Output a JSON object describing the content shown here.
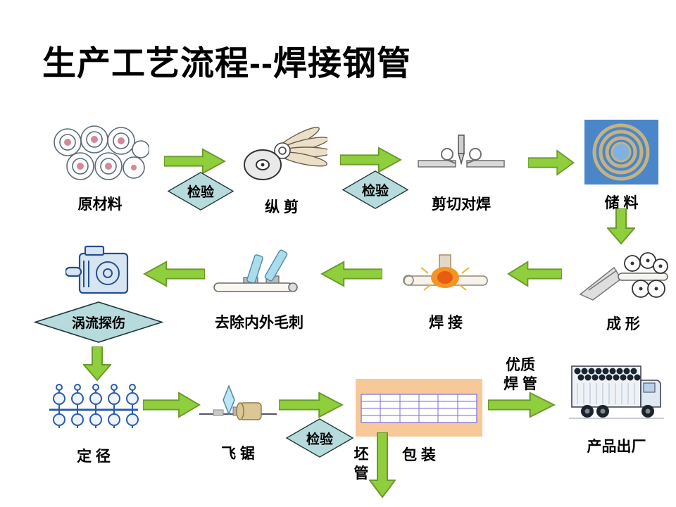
{
  "title": "生产工艺流程--焊接钢管",
  "nodes": {
    "raw": {
      "label": "原材料"
    },
    "slitting": {
      "label": "纵 剪"
    },
    "butt_weld": {
      "label": "剪切对焊"
    },
    "storage": {
      "label": "储 料"
    },
    "forming": {
      "label": "成 形"
    },
    "welding": {
      "label": "焊 接"
    },
    "deburring": {
      "label": "去除内外毛刺"
    },
    "sizing": {
      "label": "定 径"
    },
    "flying_saw": {
      "label": "飞 锯"
    },
    "packing": {
      "label": "包 装"
    },
    "shipping": {
      "label": "产品出厂"
    }
  },
  "checks": {
    "check1": {
      "label": "检验"
    },
    "check2": {
      "label": "检验"
    },
    "eddy": {
      "label": "涡流探伤"
    },
    "check3": {
      "label": "检验"
    }
  },
  "annotations": {
    "quality_line1": "优质",
    "quality_line2": "焊 管",
    "blank_line1": "坯",
    "blank_line2": "管"
  },
  "colors": {
    "arrow_fill": "#8FCE3C",
    "arrow_edge": "#6A9A2A",
    "diamond_fill": "#B7DADD",
    "storage_bg": "#4A86C8",
    "packing_bg": "#F8C998",
    "grid_line": "#7A6AD8"
  }
}
